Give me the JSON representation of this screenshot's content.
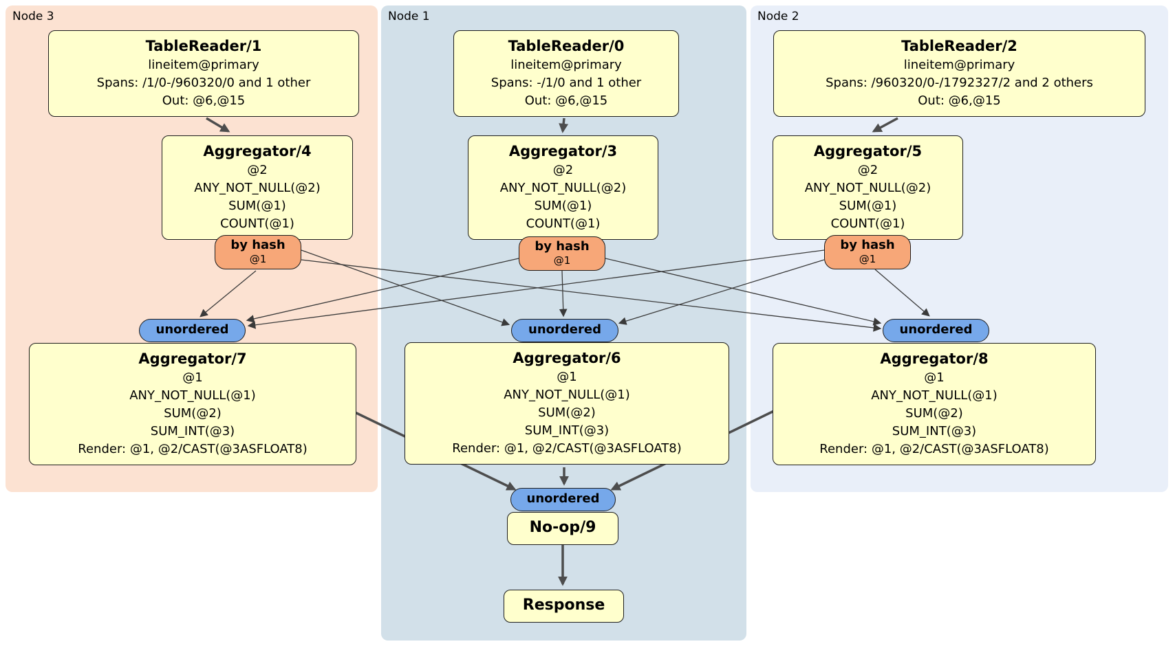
{
  "diagram": {
    "regions": [
      {
        "label": "Node 3",
        "reader": {
          "title": "TableReader/1",
          "index": "lineitem@primary",
          "spans": "Spans: /1/0-/960320/0 and 1 other",
          "out": "Out: @6,@15"
        },
        "agg_hash": {
          "title": "Aggregator/4",
          "lines": [
            "@2",
            "ANY_NOT_NULL(@2)",
            "SUM(@1)",
            "COUNT(@1)"
          ]
        },
        "router": {
          "label": "by hash",
          "key": "@1"
        },
        "sync": {
          "label": "unordered"
        },
        "agg_final": {
          "title": "Aggregator/7",
          "lines": [
            "@1",
            "ANY_NOT_NULL(@1)",
            "SUM(@2)",
            "SUM_INT(@3)",
            "Render: @1, @2/CAST(@3ASFLOAT8)"
          ]
        }
      },
      {
        "label": "Node 1",
        "reader": {
          "title": "TableReader/0",
          "index": "lineitem@primary",
          "spans": "Spans: -/1/0 and 1 other",
          "out": "Out: @6,@15"
        },
        "agg_hash": {
          "title": "Aggregator/3",
          "lines": [
            "@2",
            "ANY_NOT_NULL(@2)",
            "SUM(@1)",
            "COUNT(@1)"
          ]
        },
        "router": {
          "label": "by hash",
          "key": "@1"
        },
        "sync": {
          "label": "unordered"
        },
        "agg_final": {
          "title": "Aggregator/6",
          "lines": [
            "@1",
            "ANY_NOT_NULL(@1)",
            "SUM(@2)",
            "SUM_INT(@3)",
            "Render: @1, @2/CAST(@3ASFLOAT8)"
          ]
        }
      },
      {
        "label": "Node 2",
        "reader": {
          "title": "TableReader/2",
          "index": "lineitem@primary",
          "spans": "Spans: /960320/0-/1792327/2 and 2 others",
          "out": "Out: @6,@15"
        },
        "agg_hash": {
          "title": "Aggregator/5",
          "lines": [
            "@2",
            "ANY_NOT_NULL(@2)",
            "SUM(@1)",
            "COUNT(@1)"
          ]
        },
        "router": {
          "label": "by hash",
          "key": "@1"
        },
        "sync": {
          "label": "unordered"
        },
        "agg_final": {
          "title": "Aggregator/8",
          "lines": [
            "@1",
            "ANY_NOT_NULL(@1)",
            "SUM(@2)",
            "SUM_INT(@3)",
            "Render: @1, @2/CAST(@3ASFLOAT8)"
          ]
        }
      }
    ],
    "final": {
      "sync": {
        "label": "unordered"
      },
      "noop": {
        "title": "No-op/9"
      },
      "response": {
        "title": "Response"
      }
    }
  },
  "colors": {
    "page_bg": "#ffffff",
    "node3_bg": "#fce2d2",
    "node1_bg": "#d2e0e9",
    "node2_bg": "#e9eff9",
    "box_fill": "#ffffcd",
    "box_border": "#1c1c1c",
    "router_fill": "#f7a778",
    "sync_fill": "#76a8ea",
    "edge_thick": "#4d4d4d",
    "edge_thin": "#3a3a3a"
  }
}
